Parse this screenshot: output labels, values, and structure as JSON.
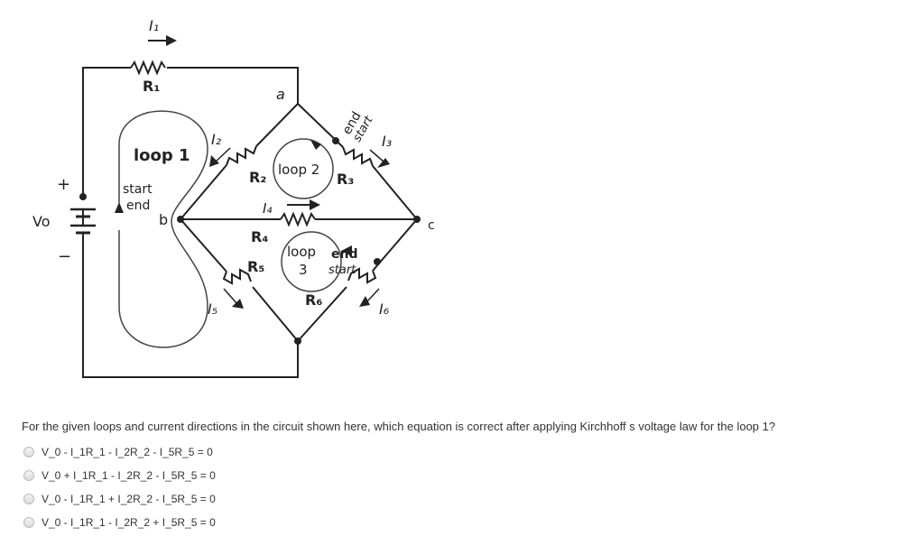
{
  "circuit": {
    "labels": {
      "I1": "I₁",
      "R1": "R₁",
      "a": "a",
      "I2": "I₂",
      "R2": "R₂",
      "loop1": "loop 1",
      "loop2": "loop 2",
      "loop3_a": "loop",
      "loop3_b": "3",
      "end_top": "end",
      "start_top": "start",
      "I3": "I₃",
      "R3": "R₃",
      "plus": "+",
      "minus": "−",
      "Vo": "Vo",
      "start_left": "start",
      "end_left": "end",
      "b": "b",
      "I4": "I₄",
      "R4": "R₄",
      "c": "c",
      "end_bottom": "end",
      "start_bottom": "start",
      "R5": "R₅",
      "R6": "R₆",
      "I5": "I₅",
      "I6": "I₆"
    }
  },
  "question": {
    "text": "For the given loops and current directions in the circuit shown here, which equation is correct after applying Kirchhoff s voltage law for the loop 1?",
    "options": [
      "V_0 - I_1R_1 - I_2R_2 - I_5R_5 = 0",
      "V_0 + I_1R_1 - I_2R_2 - I_5R_5 = 0",
      "V_0 - I_1R_1 + I_2R_2 - I_5R_5 = 0",
      "V_0 - I_1R_1 - I_2R_2 + I_5R_5 = 0"
    ]
  }
}
